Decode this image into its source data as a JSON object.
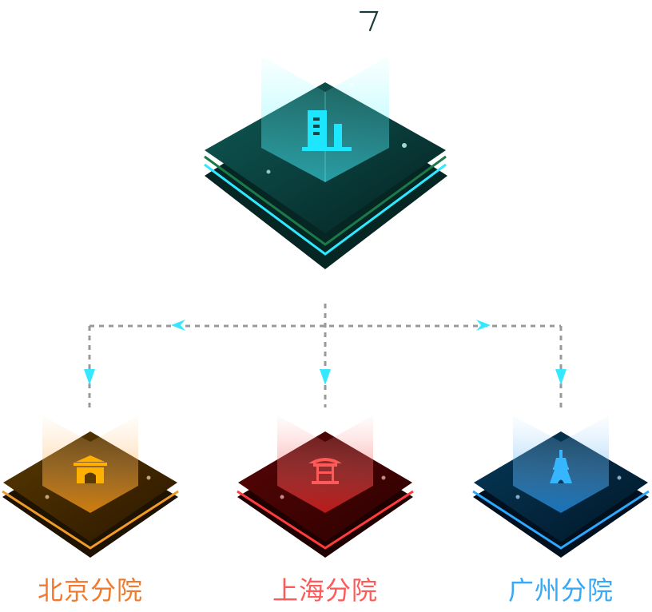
{
  "top_mark": "7",
  "root": {
    "icon": "office-building-icon",
    "accent": "#1fe6ff",
    "base": "#0b3a3a"
  },
  "branches": [
    {
      "label": "北京分院",
      "icon": "chinese-gate-icon",
      "accent": "#f09a2a",
      "text_color": "#f07a2e",
      "base": "#3a2300"
    },
    {
      "label": "上海分院",
      "icon": "pagoda-pavilion-icon",
      "accent": "#ff4d4d",
      "text_color": "#ff5a5a",
      "base": "#3a0202"
    },
    {
      "label": "广州分院",
      "icon": "canton-tower-icon",
      "accent": "#2ea7ff",
      "text_color": "#37a9f5",
      "base": "#01213a"
    }
  ],
  "connector_color": "#9a9a9a"
}
